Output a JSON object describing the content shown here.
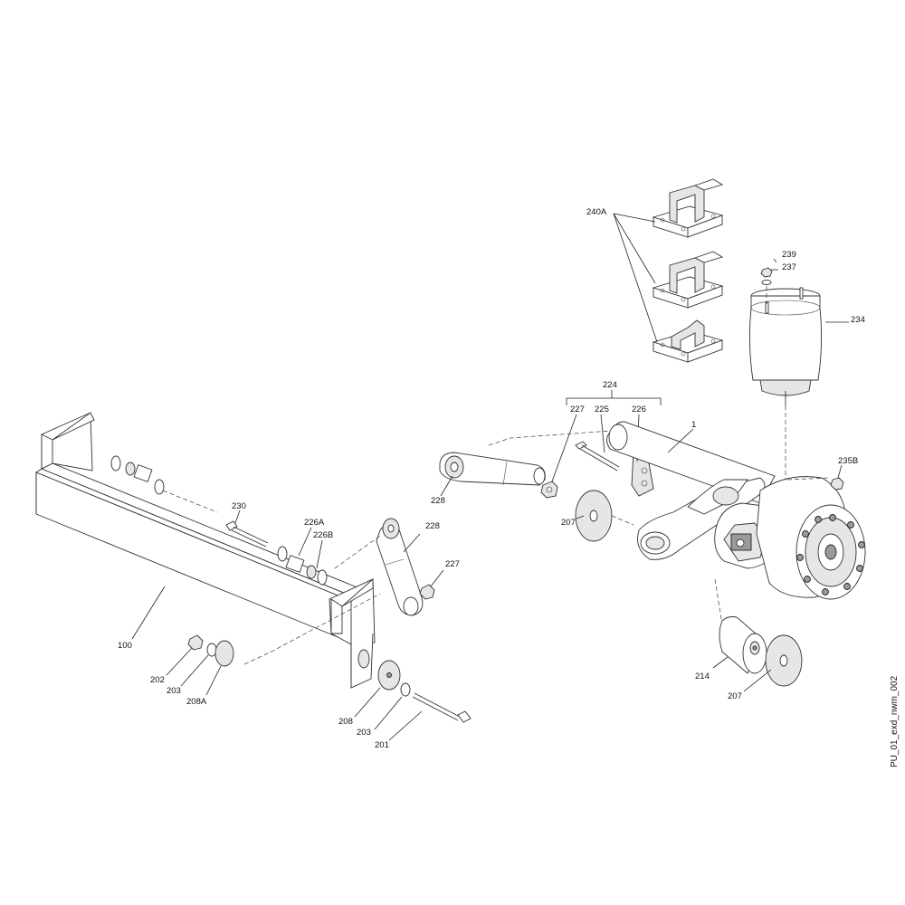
{
  "drawing_id": "PU_01_exd_nwm_002",
  "callouts": {
    "c240A": "240A",
    "c239": "239",
    "c237": "237",
    "c234": "234",
    "c224": "224",
    "c227a": "227",
    "c225": "225",
    "c226": "226",
    "c1": "1",
    "c235B": "235B",
    "c228a": "228",
    "c207a": "207",
    "c230": "230",
    "c226A": "226A",
    "c226B": "226B",
    "c228b": "228",
    "c227b": "227",
    "c100": "100",
    "c202": "202",
    "c203a": "203",
    "c208A": "208A",
    "c208": "208",
    "c203b": "203",
    "c201": "201",
    "c214": "214",
    "c207b": "207"
  }
}
